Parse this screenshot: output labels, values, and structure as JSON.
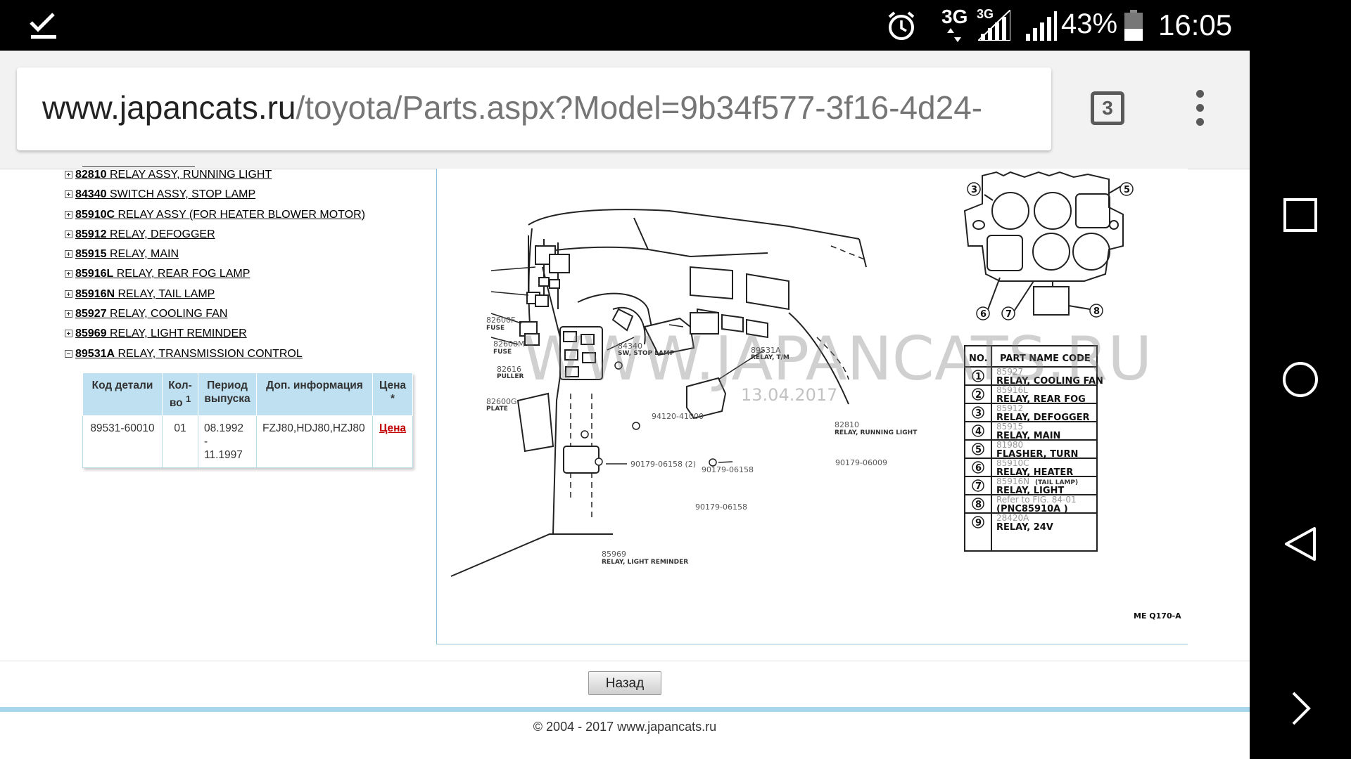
{
  "status_bar": {
    "net1": "3G",
    "net2": "3G",
    "battery_percent": "43%",
    "battery_level": 0.43,
    "time": "16:05",
    "icons": [
      "download-done-icon",
      "alarm-icon",
      "signal-icon",
      "battery-icon"
    ]
  },
  "browser": {
    "url_domain": "www.japancats.ru",
    "url_path": "/toyota/Parts.aspx?Model=9b34f577-3f16-4d24-",
    "tab_count": "3"
  },
  "tree": {
    "items": [
      {
        "code": "82810",
        "name": " RELAY ASSY, RUNNING LIGHT",
        "expanded": false
      },
      {
        "code": "84340",
        "name": " SWITCH ASSY, STOP LAMP",
        "expanded": false
      },
      {
        "code": "85910C",
        "name": " RELAY ASSY (FOR HEATER BLOWER MOTOR)",
        "expanded": false
      },
      {
        "code": "85912",
        "name": " RELAY, DEFOGGER",
        "expanded": false
      },
      {
        "code": "85915",
        "name": " RELAY, MAIN",
        "expanded": false
      },
      {
        "code": "85916L",
        "name": " RELAY, REAR FOG LAMP",
        "expanded": false
      },
      {
        "code": "85916N",
        "name": " RELAY, TAIL LAMP",
        "expanded": false
      },
      {
        "code": "85927",
        "name": " RELAY, COOLING FAN",
        "expanded": false
      },
      {
        "code": "85969",
        "name": " RELAY, LIGHT REMINDER",
        "expanded": false
      },
      {
        "code": "89531A",
        "name": " RELAY, TRANSMISSION CONTROL",
        "expanded": true
      }
    ]
  },
  "parts_table": {
    "headers": {
      "code": "Код детали",
      "qty_a": "Кол-",
      "qty_b": "во",
      "qty_sup": "1",
      "period_a": "Период",
      "period_b": "выпуска",
      "info": "Доп. информация",
      "price_a": "Цена",
      "price_b": "*"
    },
    "row": {
      "code": "89531-60010",
      "qty": "01",
      "period_from": "08.1992",
      "period_dash": "-",
      "period_to": "11.1997",
      "info": "FZJ80,HDJ80,HZJ80",
      "price": "Цена"
    }
  },
  "diagram": {
    "watermark": "WWW.JAPANCATS.RU",
    "watermark_date": "13.04.2017",
    "fig_code": "ME Q170-A",
    "labels": [
      {
        "code": "82600F",
        "name": "FUSE"
      },
      {
        "code": "82600M",
        "name": "FUSE"
      },
      {
        "code": "82616",
        "name": "PULLER"
      },
      {
        "code": "82600G",
        "name": "PLATE"
      },
      {
        "code": "84340",
        "name": "SW, STOP LAMP"
      },
      {
        "code": "89531A",
        "name": "RELAY, T/M"
      },
      {
        "code": "94120-41000",
        "name": ""
      },
      {
        "code": "82810",
        "name": "RELAY, RUNNING LIGHT"
      },
      {
        "code": "90179-06158 (2)",
        "name": ""
      },
      {
        "code": "90179-06158",
        "name": ""
      },
      {
        "code": "90179-06009",
        "name": ""
      },
      {
        "code": "90179-06158",
        "name": ""
      },
      {
        "code": "85969",
        "name": "RELAY, LIGHT REMINDER"
      }
    ],
    "legend_head_no": "NO.",
    "legend_head_name": "PART NAME CODE",
    "legend": [
      {
        "no": "1",
        "code": "85927",
        "name": "RELAY, COOLING FAN"
      },
      {
        "no": "2",
        "code": "85916L",
        "name": "RELAY, REAR FOG"
      },
      {
        "no": "3",
        "code": "85912",
        "name": "RELAY, DEFOGGER"
      },
      {
        "no": "4",
        "code": "85915",
        "name": "RELAY, MAIN"
      },
      {
        "no": "5",
        "code": "81980",
        "name": "FLASHER, TURN"
      },
      {
        "no": "6",
        "code": "85910C",
        "name": "RELAY, HEATER"
      },
      {
        "no": "7",
        "code": "85916N",
        "name": "RELAY, LIGHT"
      },
      {
        "no": "8",
        "code": "Refer to FIG. 84-01",
        "name": "(PNC85910A )"
      },
      {
        "no": "9",
        "code": "28420A",
        "name": "RELAY, 24V"
      }
    ],
    "legend_7_extra": "(TAIL LAMP)",
    "callouts": [
      "3",
      "5",
      "6",
      "7",
      "8"
    ]
  },
  "back_button": "Назад",
  "footer": "© 2004 - 2017 www.japancats.ru",
  "colors": {
    "header_bg": "#bfe0f0",
    "price_link": "#c00000",
    "rule": "#a8d6ea"
  }
}
